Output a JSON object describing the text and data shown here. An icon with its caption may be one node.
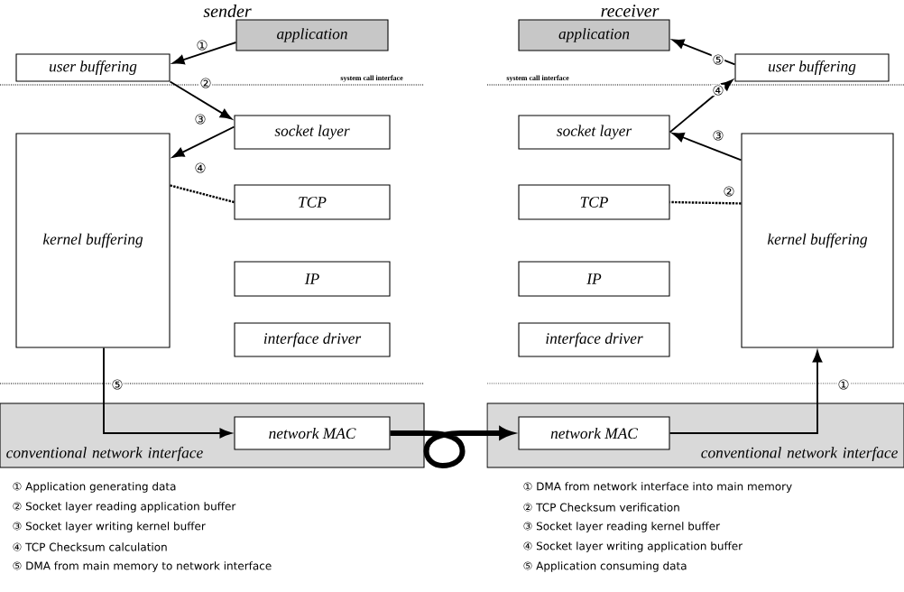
{
  "diagram": {
    "nodes": [
      {
        "text": [
          "application"
        ]
      },
      {
        "text": [
          "user buffering"
        ]
      },
      {
        "text": [
          "socket layer"
        ]
      },
      {
        "text": [
          "kernel buffering"
        ]
      },
      {
        "text": [
          "TCP"
        ]
      },
      {
        "text": [
          "IP"
        ]
      },
      {
        "text": [
          "interface driver"
        ]
      },
      {
        "text": [
          "conventional network interface"
        ]
      },
      {
        "text": [
          "network MAC"
        ],
        "in": 7
      },
      {
        "text": [
          "application"
        ]
      },
      {
        "text": [
          "user buffering"
        ]
      },
      {
        "text": [
          "socket layer"
        ]
      },
      {
        "text": [
          "TCP"
        ]
      },
      {
        "text": [
          "kernel buffering"
        ]
      },
      {
        "text": [
          "IP"
        ]
      },
      {
        "text": [
          "interface driver"
        ]
      },
      {
        "text": [
          "conventional network interface"
        ]
      },
      {
        "text": [
          "network MAC"
        ],
        "in": 16
      }
    ],
    "edges": [
      {
        "from": 0,
        "to": 1,
        "arrow": "to",
        "label": "①"
      },
      {
        "from": 1,
        "to": 2,
        "arrow": "to",
        "label": "②"
      },
      {
        "from": 2,
        "to": 3,
        "arrow": "to",
        "label": "③"
      },
      {
        "from": 3,
        "to": 4,
        "arrow": "none",
        "style": "dashed",
        "label": "④"
      },
      {
        "from": 3,
        "to": 8,
        "arrow": "to",
        "label": "⑤"
      },
      {
        "from": 8,
        "to": 17,
        "arrow": "to",
        "style": "thick"
      },
      {
        "from": 17,
        "to": 13,
        "arrow": "to",
        "label": "①"
      },
      {
        "from": 13,
        "to": 12,
        "arrow": "none",
        "style": "dashed",
        "label": "②"
      },
      {
        "from": 13,
        "to": 11,
        "arrow": "to",
        "label": "③"
      },
      {
        "from": 11,
        "to": 10,
        "arrow": "to",
        "label": "④"
      },
      {
        "from": 10,
        "to": 9,
        "arrow": "to",
        "label": "⑤"
      }
    ],
    "labels": [
      "sender",
      "receiver",
      "system call interface",
      "system call interface",
      "① Application generating data",
      "② Socket layer reading application buffer",
      "③ Socket layer writing kernel buffer",
      "④ TCP Checksum calculation",
      "⑤ DMA from main memory to network interface",
      "① DMA from network interface into main memory",
      "② TCP Checksum verification",
      "③ Socket layer reading kernel buffer",
      "④ Socket layer writing application buffer",
      "⑤ Application consuming data"
    ]
  }
}
